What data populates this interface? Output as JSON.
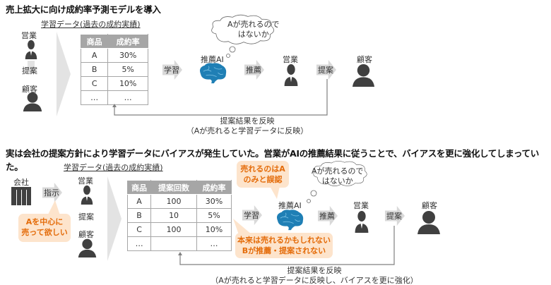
{
  "top": {
    "title": "売上拡大に向け成約率予測モデルを導入",
    "data_label": "学習データ(過去の成約実績)",
    "sales": "営業",
    "propose": "提案",
    "customer": "顧客",
    "table": {
      "headers": [
        "商品",
        "成約率"
      ],
      "rows": [
        [
          "A",
          "30%"
        ],
        [
          "B",
          "5%"
        ],
        [
          "C",
          "10%"
        ],
        [
          "…",
          "…"
        ]
      ]
    },
    "learn": "学習",
    "ai": "推薦AI",
    "thought": [
      "Aが売れるので",
      "はないか"
    ],
    "recommend": "推薦",
    "sales2": "営業",
    "propose2": "提案",
    "customer2": "顧客",
    "feedback": [
      "提案結果を反映",
      "（Aが売れると学習データに反映）"
    ]
  },
  "bottom": {
    "title": "実は会社の提案方針により学習データにバイアスが発生していた。営業がAIの推薦結果に従うことで、バイアスを更に強化してしまっていた。",
    "data_label": "学習データ(過去の成約実績)",
    "company": "会社",
    "instruct": "指示",
    "callout_company": [
      "Aを中心に",
      "売って欲しい"
    ],
    "sales": "営業",
    "propose": "提案",
    "customer": "顧客",
    "table": {
      "headers": [
        "商品",
        "提案回数",
        "成約率"
      ],
      "rows": [
        [
          "A",
          "100",
          "30%"
        ],
        [
          "B",
          "10",
          "5%"
        ],
        [
          "C",
          "100",
          "10%"
        ],
        [
          "…",
          "",
          "…"
        ]
      ]
    },
    "callout_ai": [
      "売れるのはA",
      "のみと誤認"
    ],
    "callout_table": [
      "本来は売れるかもしれない",
      "Bが推薦・提案されない"
    ],
    "learn": "学習",
    "ai": "推薦AI",
    "thought": [
      "Aが売れるので",
      "はないか"
    ],
    "recommend": "推薦",
    "sales2": "営業",
    "propose2": "提案",
    "customer2": "顧客",
    "feedback": [
      "提案結果を反映",
      "（Aが売れると学習データに反映し、バイアスを更に強化）"
    ]
  },
  "colors": {
    "orange": "#e46c0a",
    "callout_bg": "#fde4cc",
    "brain": "#1f7fb5",
    "icon": "#404040"
  }
}
